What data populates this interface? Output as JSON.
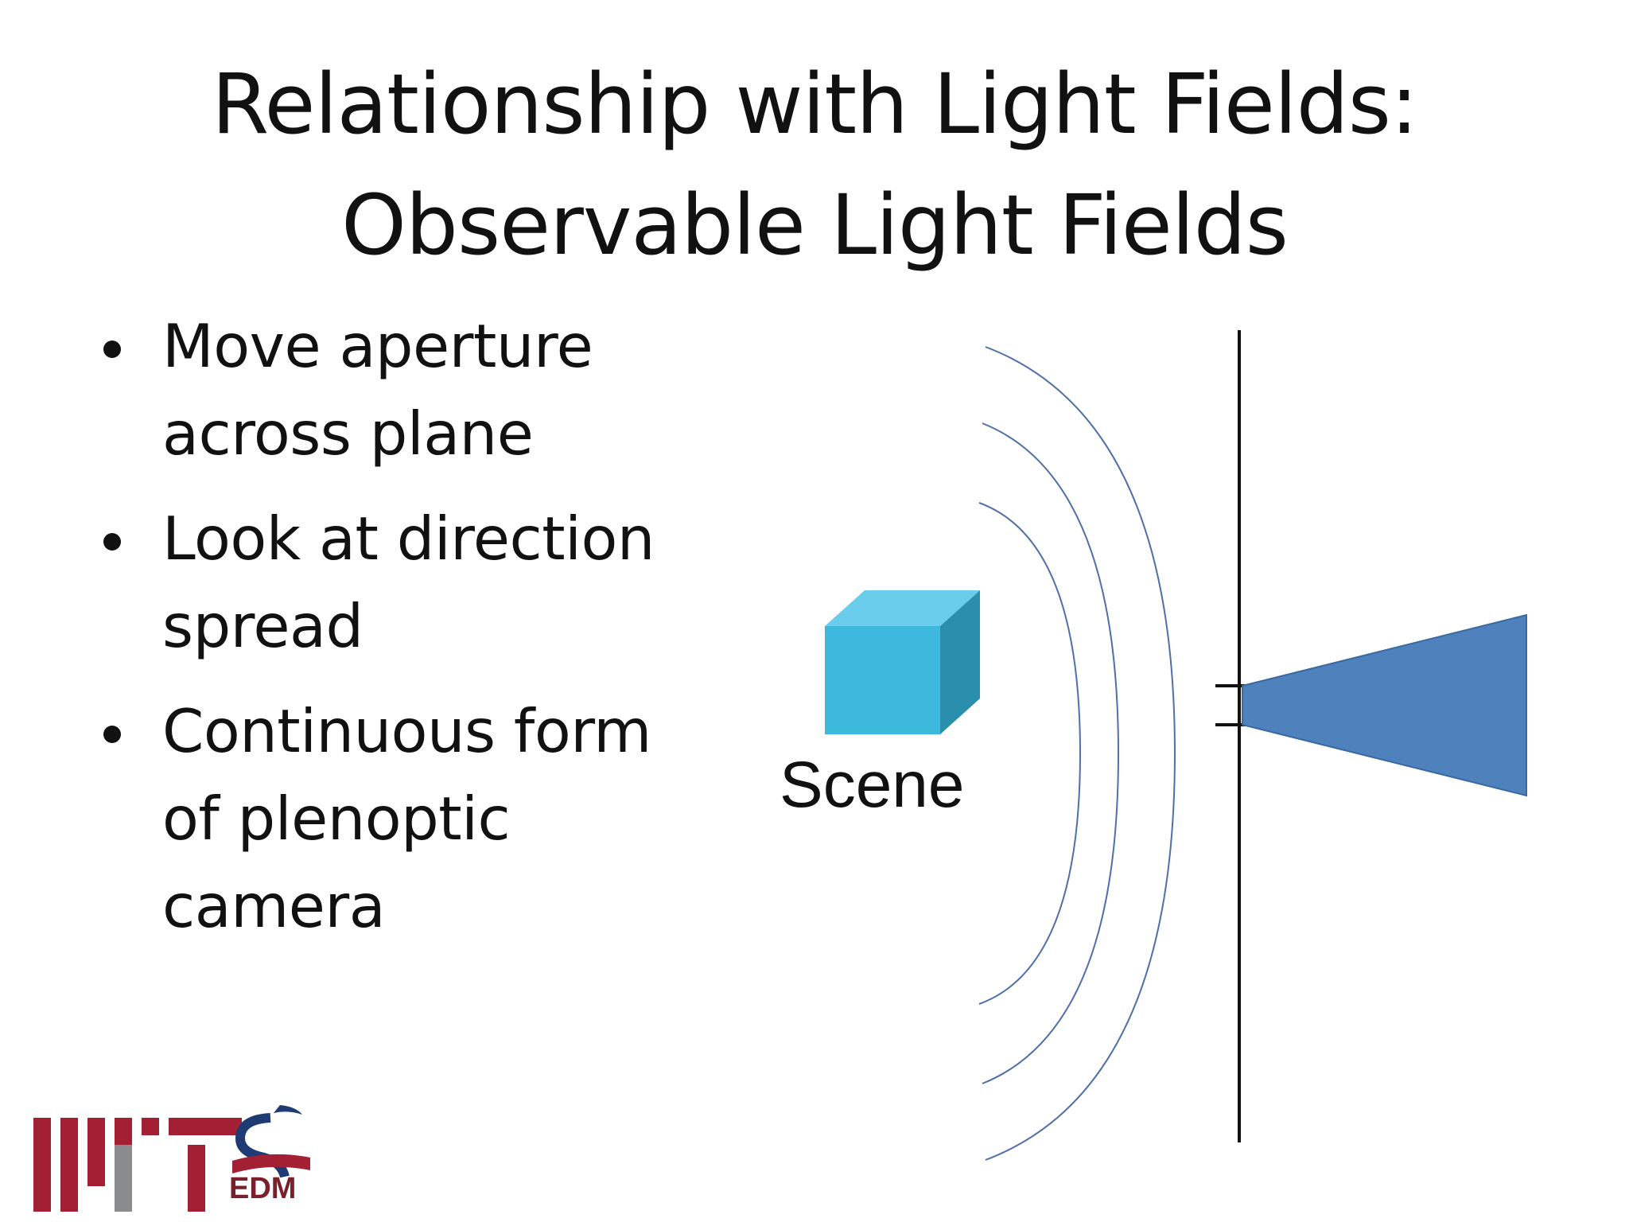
{
  "slide": {
    "title_line1": "Relationship with Light Fields:",
    "title_line2": "Observable Light Fields"
  },
  "bullets": [
    {
      "line1": "Move aperture",
      "line2": "across plane",
      "line3": ""
    },
    {
      "line1": "Look at direction",
      "line2": "spread",
      "line3": ""
    },
    {
      "line1": "Continuous form",
      "line2": "of plenoptic",
      "line3": "camera"
    }
  ],
  "diagram": {
    "scene_label": "Scene",
    "cube_color": "#3db9dd",
    "cone_color": "#4f81bd",
    "wave_color": "#4f6fa8"
  },
  "logo": {
    "edm_text": "EDM",
    "mit_color": "#a31f34",
    "mit_gray": "#8a8b8c"
  }
}
